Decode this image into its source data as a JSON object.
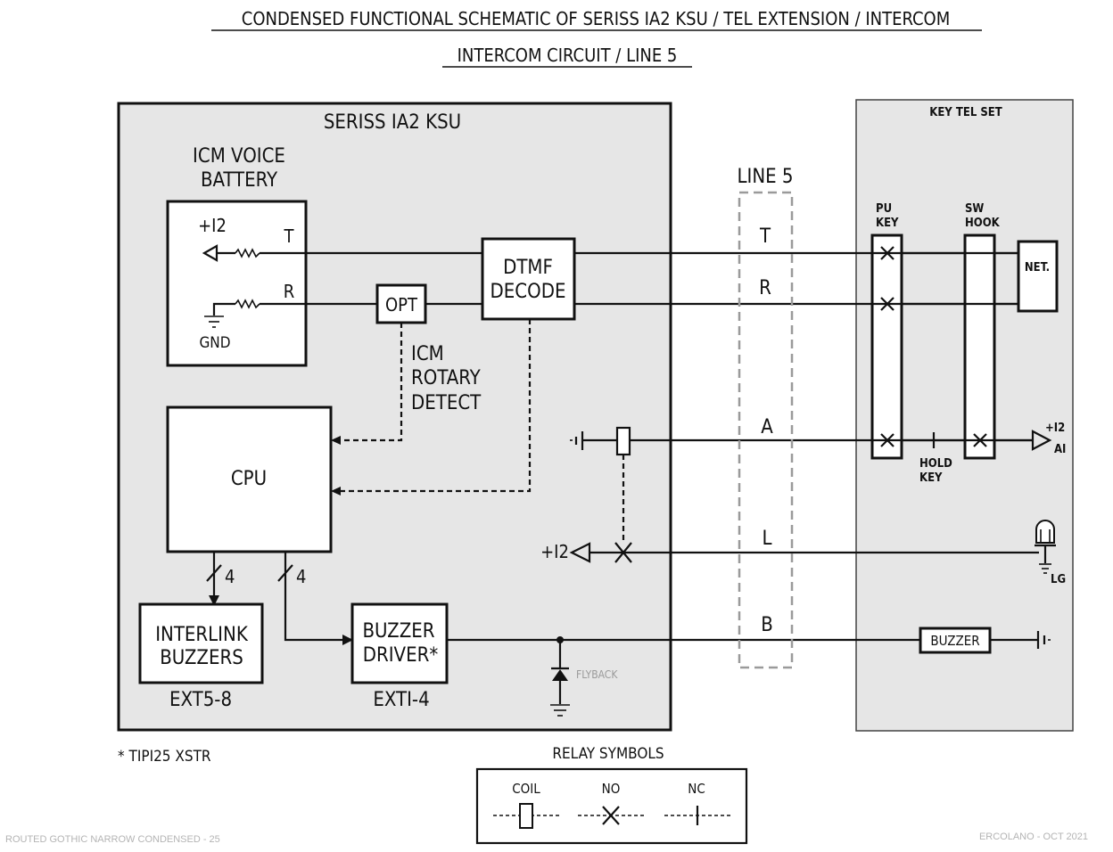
{
  "title": "CONDENSED FUNCTIONAL SCHEMATIC OF SERISS IA2 KSU / TEL EXTENSION / INTERCOM",
  "subtitle": "INTERCOM CIRCUIT / LINE 5",
  "ksu": {
    "label": "SERISS IA2 KSU",
    "battery_title_1": "ICM VOICE",
    "battery_title_2": "BATTERY",
    "plus12": "+I2",
    "gnd": "GND",
    "t": "T",
    "r": "R",
    "opt": "OPT",
    "dtmf_1": "DTMF",
    "dtmf_2": "DECODE",
    "rotary_1": "ICM",
    "rotary_2": "ROTARY",
    "rotary_3": "DETECT",
    "cpu": "CPU",
    "bus_width_left": "4",
    "bus_width_right": "4",
    "interlink_1": "INTERLINK",
    "interlink_2": "BUZZERS",
    "interlink_ext": "EXT5-8",
    "buzzer_driver_1": "BUZZER",
    "buzzer_driver_2": "DRIVER*",
    "buzzer_driver_ext": "EXTI-4",
    "flyback": "FLYBACK",
    "lamp_supply": "+I2"
  },
  "line": {
    "label": "LINE 5",
    "t": "T",
    "r": "R",
    "a": "A",
    "l": "L",
    "b": "B"
  },
  "tel_set": {
    "label": "KEY TEL SET",
    "pu_key_1": "PU",
    "pu_key_2": "KEY",
    "sw_hook_1": "SW",
    "sw_hook_2": "HOOK",
    "net": "NET.",
    "hold_key_1": "HOLD",
    "hold_key_2": "KEY",
    "a_supply": "+I2",
    "ai": "AI",
    "lg": "LG",
    "buzzer": "BUZZER"
  },
  "footnote": "* TIPI25 XSTR",
  "relay_symbols": {
    "title": "RELAY SYMBOLS",
    "coil": "COIL",
    "no": "NO",
    "nc": "NC"
  },
  "credits": {
    "font": "ROUTED GOTHIC NARROW CONDENSED - 25",
    "author": "ERCOLANO - OCT 2021"
  },
  "colors": {
    "panel_fill": "#e6e6e6",
    "ink": "#111111"
  }
}
